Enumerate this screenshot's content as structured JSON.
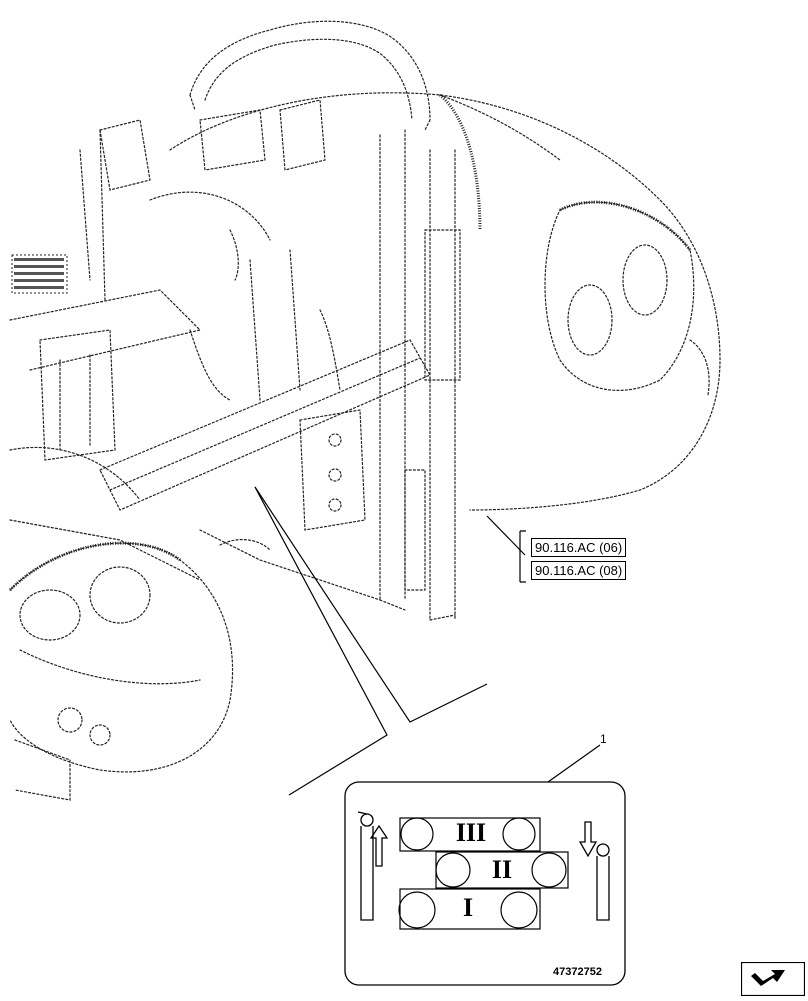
{
  "references": [
    "90.116.AC (06)",
    "90.116.AC (08)"
  ],
  "callout": "1",
  "decal": {
    "part_number": "47372752",
    "positions": [
      "III",
      "II",
      "I"
    ]
  },
  "icons": {
    "nav": "next-page-arrow-icon"
  }
}
